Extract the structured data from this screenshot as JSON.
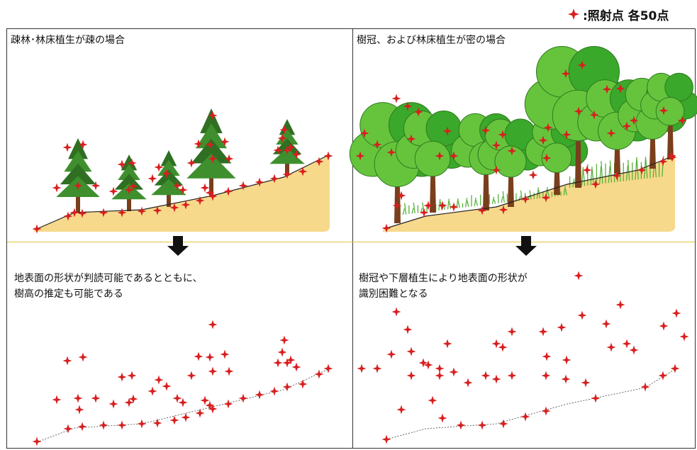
{
  "legend": {
    "marker_label": ":照射点 各50点",
    "marker_icon": "red-four-point-star-icon",
    "marker_color": "#d81e1e"
  },
  "panels": {
    "sparse": {
      "title": "疎林･林床植生が疎の場合",
      "description_line1": "地表面の形状が判読可能であるとともに、",
      "description_line2": "樹高の推定も可能である"
    },
    "dense": {
      "title": "樹冠、および林床植生が密の場合",
      "description_line1": "樹冠や下層植生により地表面の形状が",
      "description_line2": "識別困難となる"
    }
  },
  "colors": {
    "ground": "#f7d98c",
    "conifer": "#3f8f2e",
    "conifer_dark": "#2f6f22",
    "trunk": "#7a3e1c",
    "broadleaf": "#3aa82a",
    "broadleaf_light": "#66c43c",
    "grass": "#58b03a",
    "arrow": "#111111"
  }
}
